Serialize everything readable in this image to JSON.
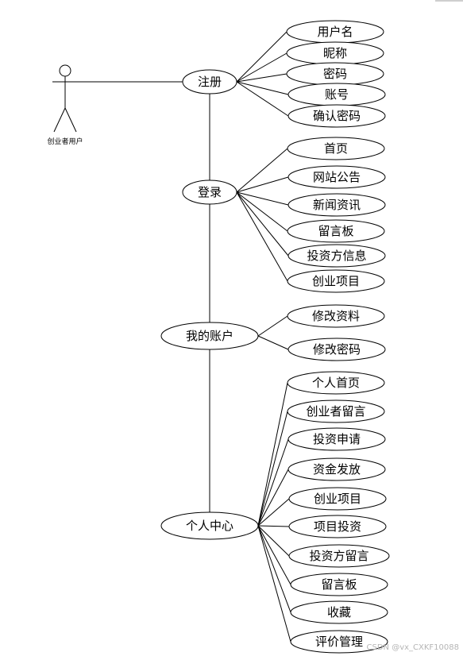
{
  "actor": {
    "label": "创业者用户"
  },
  "groups": [
    {
      "label": "注册",
      "children": [
        "用户名",
        "昵称",
        "密码",
        "账号",
        "确认密码"
      ]
    },
    {
      "label": "登录",
      "children": [
        "首页",
        "网站公告",
        "新闻资讯",
        "留言板",
        "投资方信息",
        "创业项目"
      ]
    },
    {
      "label": "我的账户",
      "children": [
        "修改资料",
        "修改密码"
      ]
    },
    {
      "label": "个人中心",
      "children": [
        "个人首页",
        "创业者留言",
        "投资申请",
        "资金发放",
        "创业项目",
        "项目投资",
        "投资方留言",
        "留言板",
        "收藏",
        "评价管理"
      ]
    }
  ],
  "watermark": "CSDN @vx_CXKF10088"
}
